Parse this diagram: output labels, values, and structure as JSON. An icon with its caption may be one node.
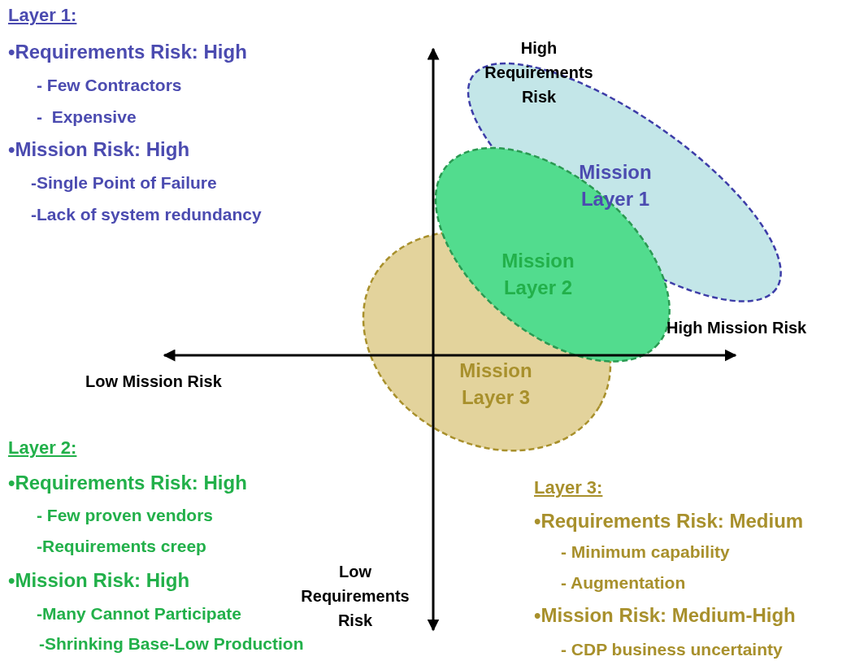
{
  "diagram": {
    "nodes": [
      {
        "text": [
          "Mission Layer 1"
        ]
      },
      {
        "text": [
          "Mission Layer 2"
        ]
      },
      {
        "text": [
          "Mission Layer 3"
        ]
      }
    ],
    "labels": [
      "Layer 1:",
      "•Requirements Risk: High",
      "- Few Contractors",
      "-  Expensive",
      "•Mission Risk: High",
      "-Single Point of Failure",
      "-Lack of system redundancy",
      "High Requirements Risk",
      "High Mission Risk",
      "Low Mission Risk",
      "Layer 2:",
      "•Requirements Risk: High",
      "- Few proven vendors",
      "-Requirements creep",
      "•Mission Risk: High",
      "-Many Cannot Participate",
      "-Shrinking Base-Low Production",
      "Layer 3:",
      "•Requirements Risk: Medium",
      "- Minimum capability",
      "- Augmentation",
      "•Mission Risk: Medium-High",
      "- CDP business uncertainty",
      "Low Requirements Risk"
    ]
  }
}
